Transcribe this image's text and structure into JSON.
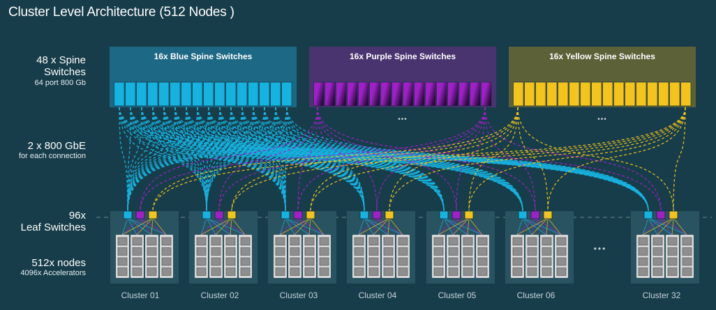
{
  "title": "Cluster Level Architecture (512 Nodes )",
  "side_labels": {
    "spine": {
      "main_line1": "48 x Spine",
      "main_line2": "Switches",
      "sub": "64 port 800 Gb"
    },
    "links": {
      "main": "2 x 800 GbE",
      "sub": "for each connection"
    },
    "leaf": {
      "main_line1": "96x",
      "main_line2": "Leaf Switches"
    },
    "nodes": {
      "main": "512x nodes",
      "sub": "4096x Accelerators"
    }
  },
  "spine_groups": [
    {
      "label": "16x Blue Spine Switches",
      "color": "#17b3e0",
      "band": "#1d6884",
      "shows_ellipsis": false
    },
    {
      "label": "16x Purple Spine Switches",
      "color": "#a020c8",
      "band": "#4a3470",
      "shows_ellipsis": true
    },
    {
      "label": "16x Yellow Spine Switches",
      "color": "#f3c41c",
      "band": "#5c6138",
      "shows_ellipsis": true
    }
  ],
  "ellipsis": "•••",
  "clusters": [
    "Cluster 01",
    "Cluster 02",
    "Cluster 03",
    "Cluster 04",
    "Cluster 05",
    "Cluster 06",
    "Cluster 32"
  ],
  "colors": {
    "background": "#173d4a",
    "cluster_panel": "#2a5361",
    "server": "#d7d7d7"
  }
}
